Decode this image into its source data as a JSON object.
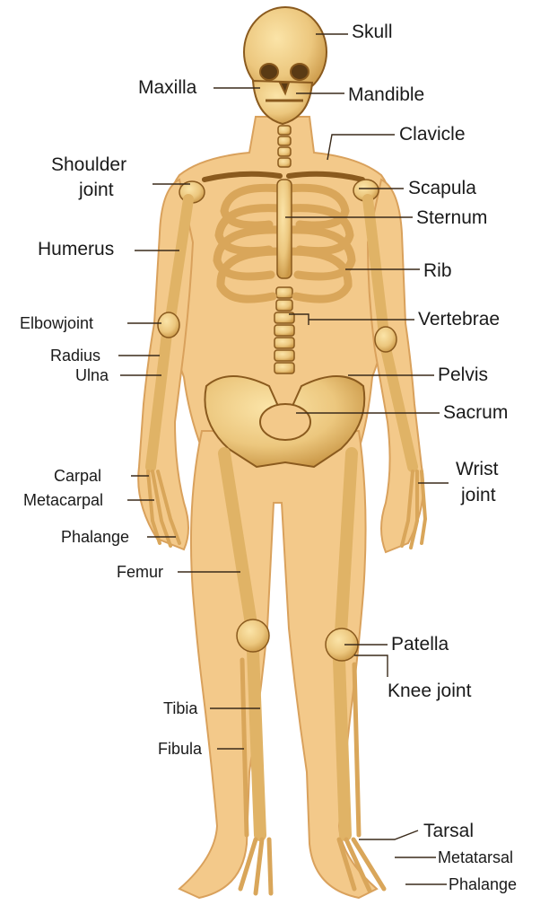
{
  "labels": {
    "skull": "Skull",
    "maxilla": "Maxilla",
    "mandible": "Mandible",
    "clavicle": "Clavicle",
    "shoulder_joint_1": "Shoulder",
    "shoulder_joint_2": "joint",
    "scapula": "Scapula",
    "sternum": "Sternum",
    "humerus": "Humerus",
    "rib": "Rib",
    "elbow_joint": "Elbowjoint",
    "vertebrae": "Vertebrae",
    "radius": "Radius",
    "ulna": "Ulna",
    "pelvis": "Pelvis",
    "sacrum": "Sacrum",
    "carpal": "Carpal",
    "wrist_joint_1": "Wrist",
    "wrist_joint_2": "joint",
    "metacarpal": "Metacarpal",
    "phalange_hand": "Phalange",
    "femur": "Femur",
    "patella": "Patella",
    "knee_joint": "Knee joint",
    "tibia": "Tibia",
    "fibula": "Fibula",
    "tarsal": "Tarsal",
    "metatarsal": "Metatarsal",
    "phalange_foot": "Phalange"
  },
  "colors": {
    "skin": "#f3c98a",
    "skin_edge": "#d9a15c",
    "bone": "#ecc77e",
    "bone_edge": "#8a5a1e",
    "leader": "#3a2a1a"
  }
}
